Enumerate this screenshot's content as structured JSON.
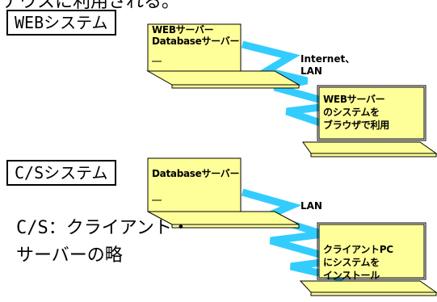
{
  "header_fragment": "ナウスに利用される。",
  "web_system": {
    "label": "WEBシステム",
    "server_line1": "WEBサーバー",
    "server_line2": "Databaseサーバー",
    "network": "Internet、",
    "network2": "LAN",
    "client_line1": "WEBサーバー",
    "client_line2": "のシステムを",
    "client_line3": "ブラウザで利用"
  },
  "cs_system": {
    "label": "C/Sシステム",
    "server_line1": "Databaseサーバー",
    "network": "LAN",
    "client_line1": "クライアントPC",
    "client_line2": "にシステムを",
    "client_line3": "インストール",
    "note_line1": "C/S：クライアント・",
    "note_line2": "サーバーの略"
  },
  "colors": {
    "monitor": "#ffff99",
    "cable": "#33ccff",
    "outline": "#000000"
  }
}
